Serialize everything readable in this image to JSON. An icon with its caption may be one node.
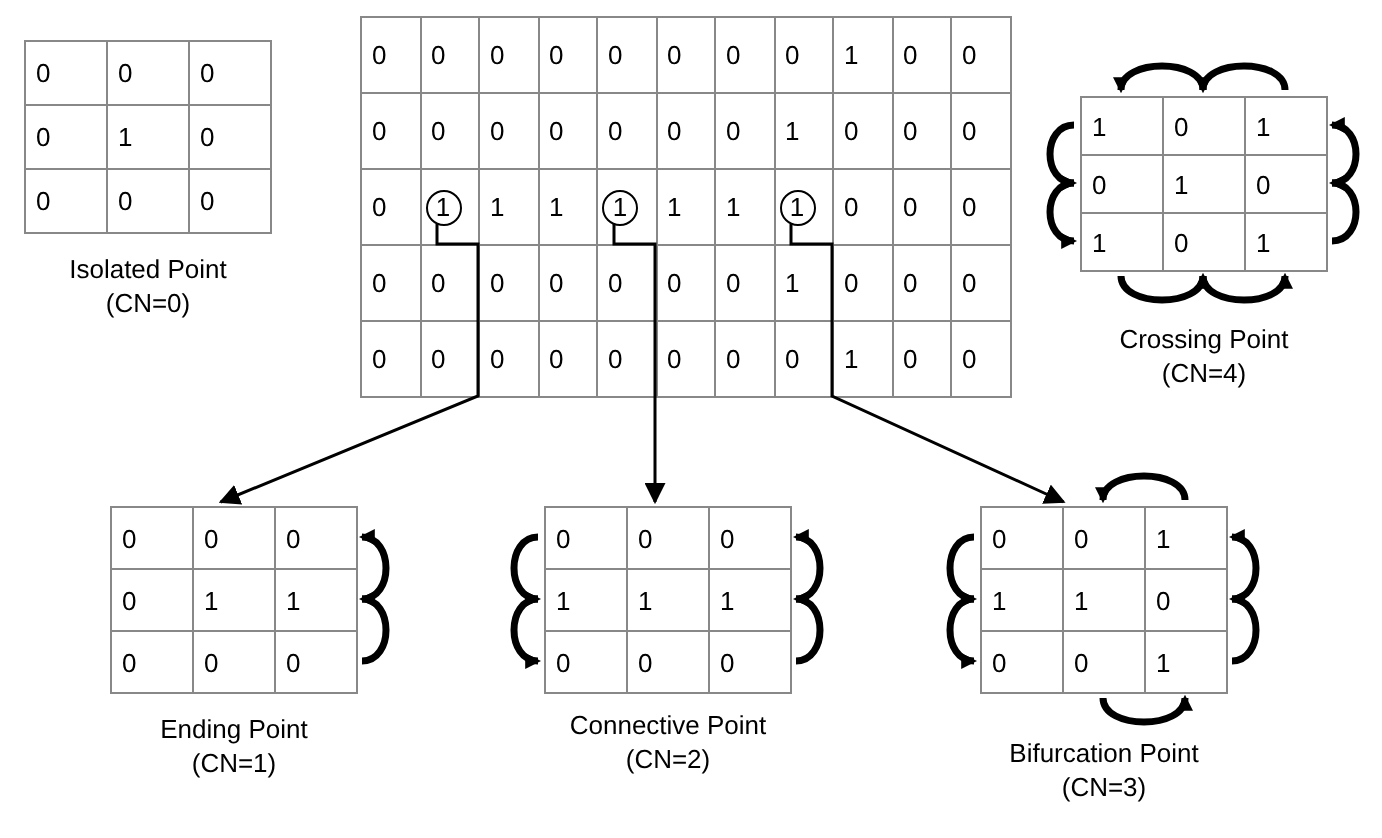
{
  "diagram": {
    "nodes": [
      {
        "text": [
          "Isolated Point",
          "(CN=0)"
        ]
      },
      {
        "text": [],
        "shape": "grid"
      },
      {
        "text": [
          "1"
        ],
        "in": 1
      },
      {
        "text": [
          "1"
        ],
        "in": 1
      },
      {
        "text": [
          "1"
        ],
        "in": 1
      },
      {
        "text": [
          "Crossing Point",
          "(CN=4)"
        ]
      },
      {
        "text": [
          "Ending Point",
          "(CN=1)"
        ]
      },
      {
        "text": [
          "Connective Point",
          "(CN=2)"
        ]
      },
      {
        "text": [
          "Bifurcation Point",
          "(CN=3)"
        ]
      }
    ],
    "edges": [
      {
        "from": 2,
        "to": 6,
        "arrow": "to"
      },
      {
        "from": 3,
        "to": 7,
        "arrow": "to"
      },
      {
        "from": 4,
        "to": 8,
        "arrow": "to"
      }
    ],
    "labels": [
      "0",
      "0",
      "0",
      "0",
      "1",
      "0",
      "0",
      "0",
      "0",
      "0",
      "0",
      "0",
      "0",
      "0",
      "0",
      "0",
      "0",
      "1",
      "0",
      "0",
      "0",
      "0",
      "0",
      "0",
      "0",
      "0",
      "0",
      "1",
      "0",
      "0",
      "0",
      "0",
      "1",
      "1",
      "1",
      "1",
      "0",
      "0",
      "0",
      "0",
      "0",
      "0",
      "0",
      "0",
      "0",
      "0",
      "1",
      "0",
      "0",
      "0",
      "0",
      "0",
      "0",
      "0",
      "0",
      "0",
      "0",
      "0",
      "1",
      "0",
      "0",
      "1",
      "0",
      "1",
      "0",
      "1",
      "0",
      "1",
      "0",
      "1",
      "0",
      "0",
      "0",
      "0",
      "1",
      "1",
      "0",
      "0",
      "0",
      "0",
      "0",
      "0",
      "1",
      "1",
      "1",
      "0",
      "0",
      "0",
      "0",
      "0",
      "1",
      "1",
      "1",
      "0",
      "0",
      "0",
      "1"
    ]
  }
}
